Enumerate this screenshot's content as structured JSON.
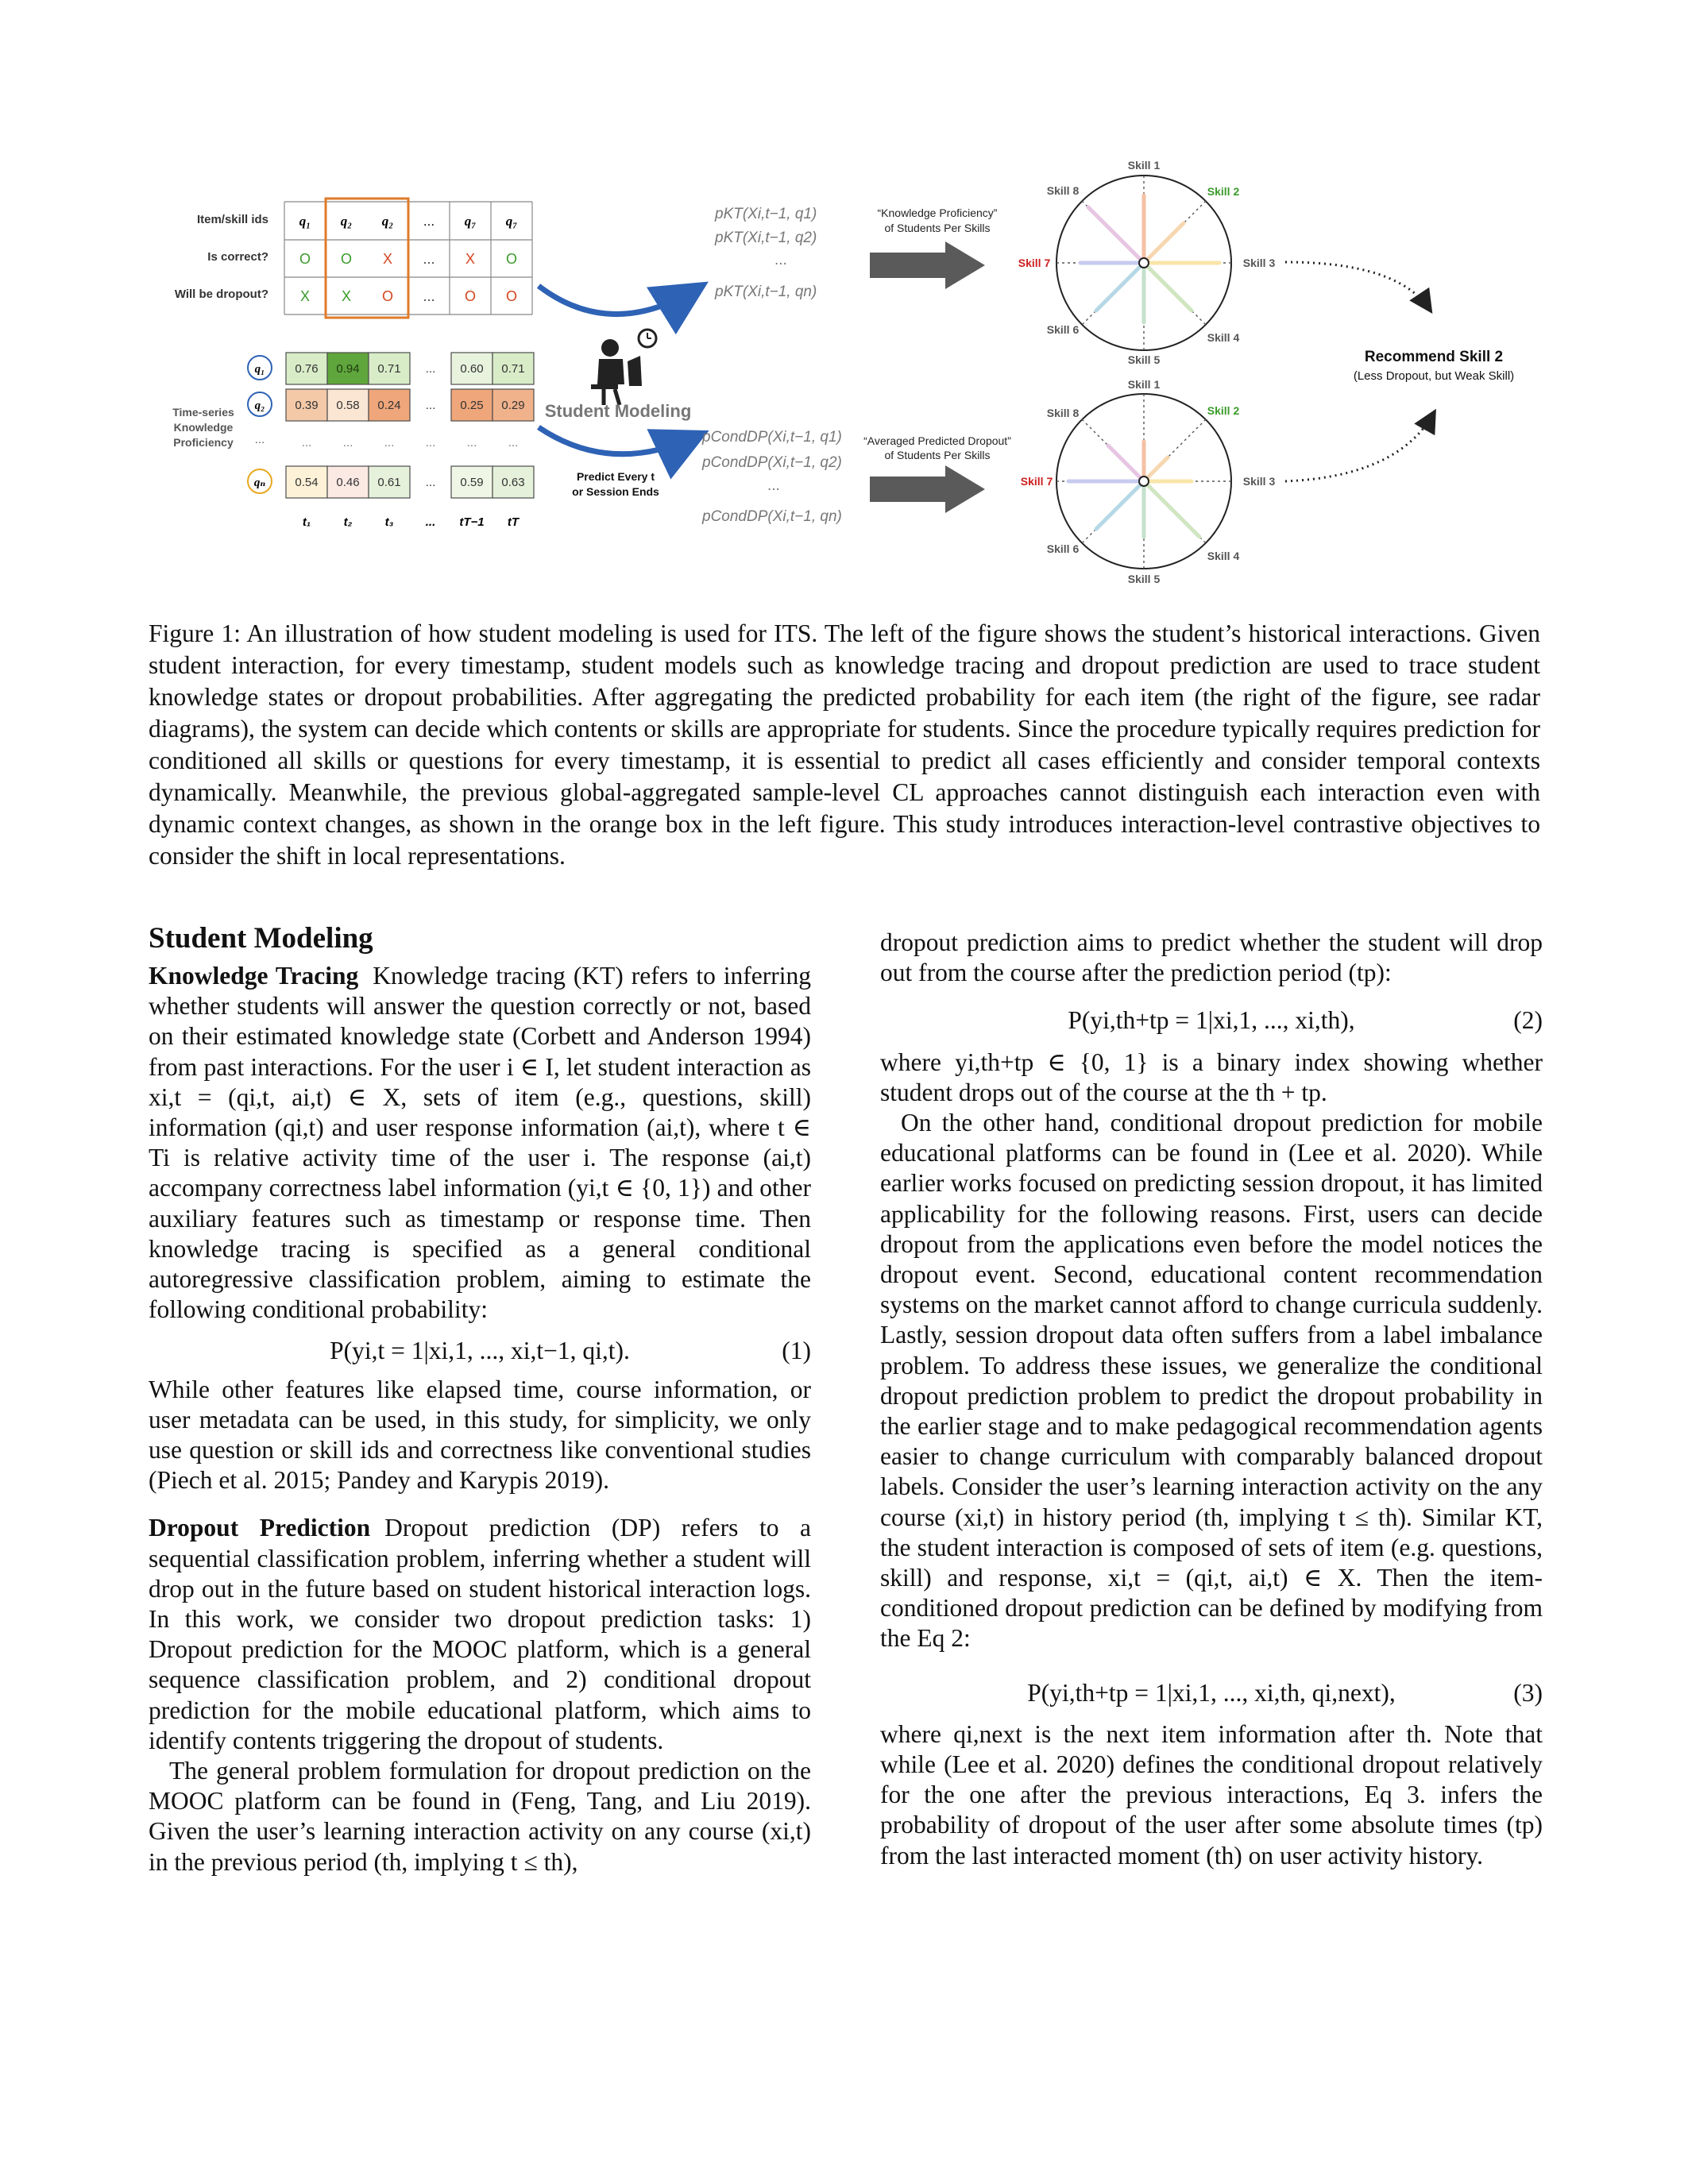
{
  "figure": {
    "row_labels": [
      "Item/skill ids",
      "Is correct?",
      "Will be dropout?"
    ],
    "item_ids": [
      "q₁",
      "q₂",
      "q₂",
      "...",
      "q₇",
      "q₇"
    ],
    "is_correct": [
      "O",
      "O",
      "X",
      "...",
      "X",
      "O"
    ],
    "will_dropout": [
      "X",
      "X",
      "O",
      "...",
      "O",
      "O"
    ],
    "kp_label_lines": [
      "Time-series",
      "Knowledge",
      "Proficiency"
    ],
    "kp_rows": [
      {
        "badge": "q₁",
        "values": [
          "0.76",
          "0.94",
          "0.71",
          "...",
          "0.60",
          "0.71"
        ]
      },
      {
        "badge": "q₂",
        "values": [
          "0.39",
          "0.58",
          "0.24",
          "...",
          "0.25",
          "0.29"
        ]
      },
      {
        "badge": "...",
        "values": [
          "...",
          "...",
          "...",
          "...",
          "...",
          "..."
        ]
      },
      {
        "badge": "qₙ",
        "values": [
          "0.54",
          "0.46",
          "0.61",
          "...",
          "0.59",
          "0.63"
        ]
      }
    ],
    "time_labels": [
      "t₁",
      "t₂",
      "t₃",
      "...",
      "tT−1",
      "tT"
    ],
    "student_modeling": "Student Modeling",
    "predict_lines": [
      "Predict Every t",
      "or Session Ends"
    ],
    "kt_probs": [
      "pKT(Xi,t−1, q1)",
      "pKT(Xi,t−1, q2)",
      "...",
      "pKT(Xi,t−1, qn)"
    ],
    "dp_probs": [
      "pCondDP(Xi,t−1, q1)",
      "pCondDP(Xi,t−1, q2)",
      "...",
      "pCondDP(Xi,t−1, qn)"
    ],
    "kt_arrow_label": [
      "“Knowledge Proficiency”",
      "of Students Per Skills"
    ],
    "dp_arrow_label": [
      "“Averaged Predicted Dropout”",
      "of Students Per Skills"
    ],
    "skills": [
      "Skill 1",
      "Skill 2",
      "Skill 3",
      "Skill 4",
      "Skill 5",
      "Skill 6",
      "Skill 7",
      "Skill 8"
    ],
    "recommend_title": "Recommend Skill 2",
    "recommend_sub": "(Less Dropout, but Weak Skill)",
    "colors": {
      "orange_box": "#e07b2a",
      "skill_red": "#cc1f1f",
      "skill_green": "#3a9a2a",
      "arrow_blue": "#2e62b5",
      "arrow_gray": "#5a5a5a"
    }
  },
  "caption": "Figure 1: An illustration of how student modeling is used for ITS. The left of the figure shows the student’s historical interactions. Given student interaction, for every timestamp, student models such as knowledge tracing and dropout prediction are used to trace student knowledge states or dropout probabilities. After aggregating the predicted probability for each item (the right of the figure, see radar diagrams), the system can decide which contents or skills are appropriate for students. Since the procedure typically requires prediction for conditioned all skills or questions for every timestamp, it is essential to predict all cases efficiently and consider temporal contexts dynamically. Meanwhile, the previous global-aggregated sample-level CL approaches cannot distinguish each interaction even with dynamic context changes, as shown in the orange box in the left figure. This study introduces interaction-level contrastive objectives to consider the shift in local representations.",
  "section_title": "Student Modeling",
  "kt_head": "Knowledge Tracing",
  "kt_para": "Knowledge tracing (KT) refers to inferring whether students will answer the question correctly or not, based on their estimated knowledge state (Corbett and Anderson 1994) from past interactions. For the user i ∈ I, let student interaction as xi,t = (qi,t, ai,t) ∈ X, sets of item (e.g., questions, skill) information (qi,t) and user response information (ai,t), where t ∈ Ti is relative activity time of the user i. The response (ai,t) accompany correctness label information (yi,t ∈ {0, 1}) and other auxiliary features such as timestamp or response time. Then knowledge tracing is specified as a general conditional autoregressive classification problem, aiming to estimate the following conditional probability:",
  "eq1": "P(yi,t = 1|xi,1, ..., xi,t−1, qi,t).",
  "eq1_num": "(1)",
  "kt_after": "While other features like elapsed time, course information, or user metadata can be used, in this study, for simplicity, we only use question or skill ids and correctness like conventional studies (Piech et al. 2015; Pandey and Karypis 2019).",
  "dp_head": "Dropout Prediction",
  "dp_para": "Dropout prediction (DP) refers to a sequential classification problem, inferring whether a student will drop out in the future based on student historical interaction logs. In this work, we consider two dropout prediction tasks: 1) Dropout prediction for the MOOC platform, which is a general sequence classification problem, and 2) conditional dropout prediction for the mobile educational platform, which aims to identify contents triggering the dropout of students.",
  "dp_para2": "The general problem formulation for dropout prediction on the MOOC platform can be found in (Feng, Tang, and Liu 2019). Given the user’s learning interaction activity on any course (xi,t) in the previous period (th, implying t ≤ th),",
  "r_para1": "dropout prediction aims to predict whether the student will drop out from the course after the prediction period (tp):",
  "eq2": "P(yi,th+tp = 1|xi,1, ..., xi,th),",
  "eq2_num": "(2)",
  "r_para2": "where yi,th+tp ∈ {0, 1} is a binary index showing whether student drops out of the course at the th + tp.",
  "r_para3": "On the other hand, conditional dropout prediction for mobile educational platforms can be found in (Lee et al. 2020). While earlier works focused on predicting session dropout, it has limited applicability for the following reasons. First, users can decide dropout from the applications even before the model notices the dropout event. Second, educational content recommendation systems on the market cannot afford to change curricula suddenly. Lastly, session dropout data often suffers from a label imbalance problem. To address these issues, we generalize the conditional dropout prediction problem to predict the dropout probability in the earlier stage and to make pedagogical recommendation agents easier to change curriculum with comparably balanced dropout labels. Consider the user’s learning interaction activity on the any course (xi,t) in history period (th, implying t ≤ th). Similar KT, the student interaction is composed of sets of item (e.g. questions, skill) and response, xi,t = (qi,t, ai,t) ∈ X. Then the item-conditioned dropout prediction can be defined by modifying from the Eq 2:",
  "eq3": "P(yi,th+tp = 1|xi,1, ..., xi,th, qi,next),",
  "eq3_num": "(3)",
  "r_para4": "where qi,next is the next item information after th. Note that while (Lee et al. 2020) defines the conditional dropout relatively for the one after the previous interactions, Eq 3. infers the probability of dropout of the user after some absolute times (tp) from the last interacted moment (th) on user activity history."
}
